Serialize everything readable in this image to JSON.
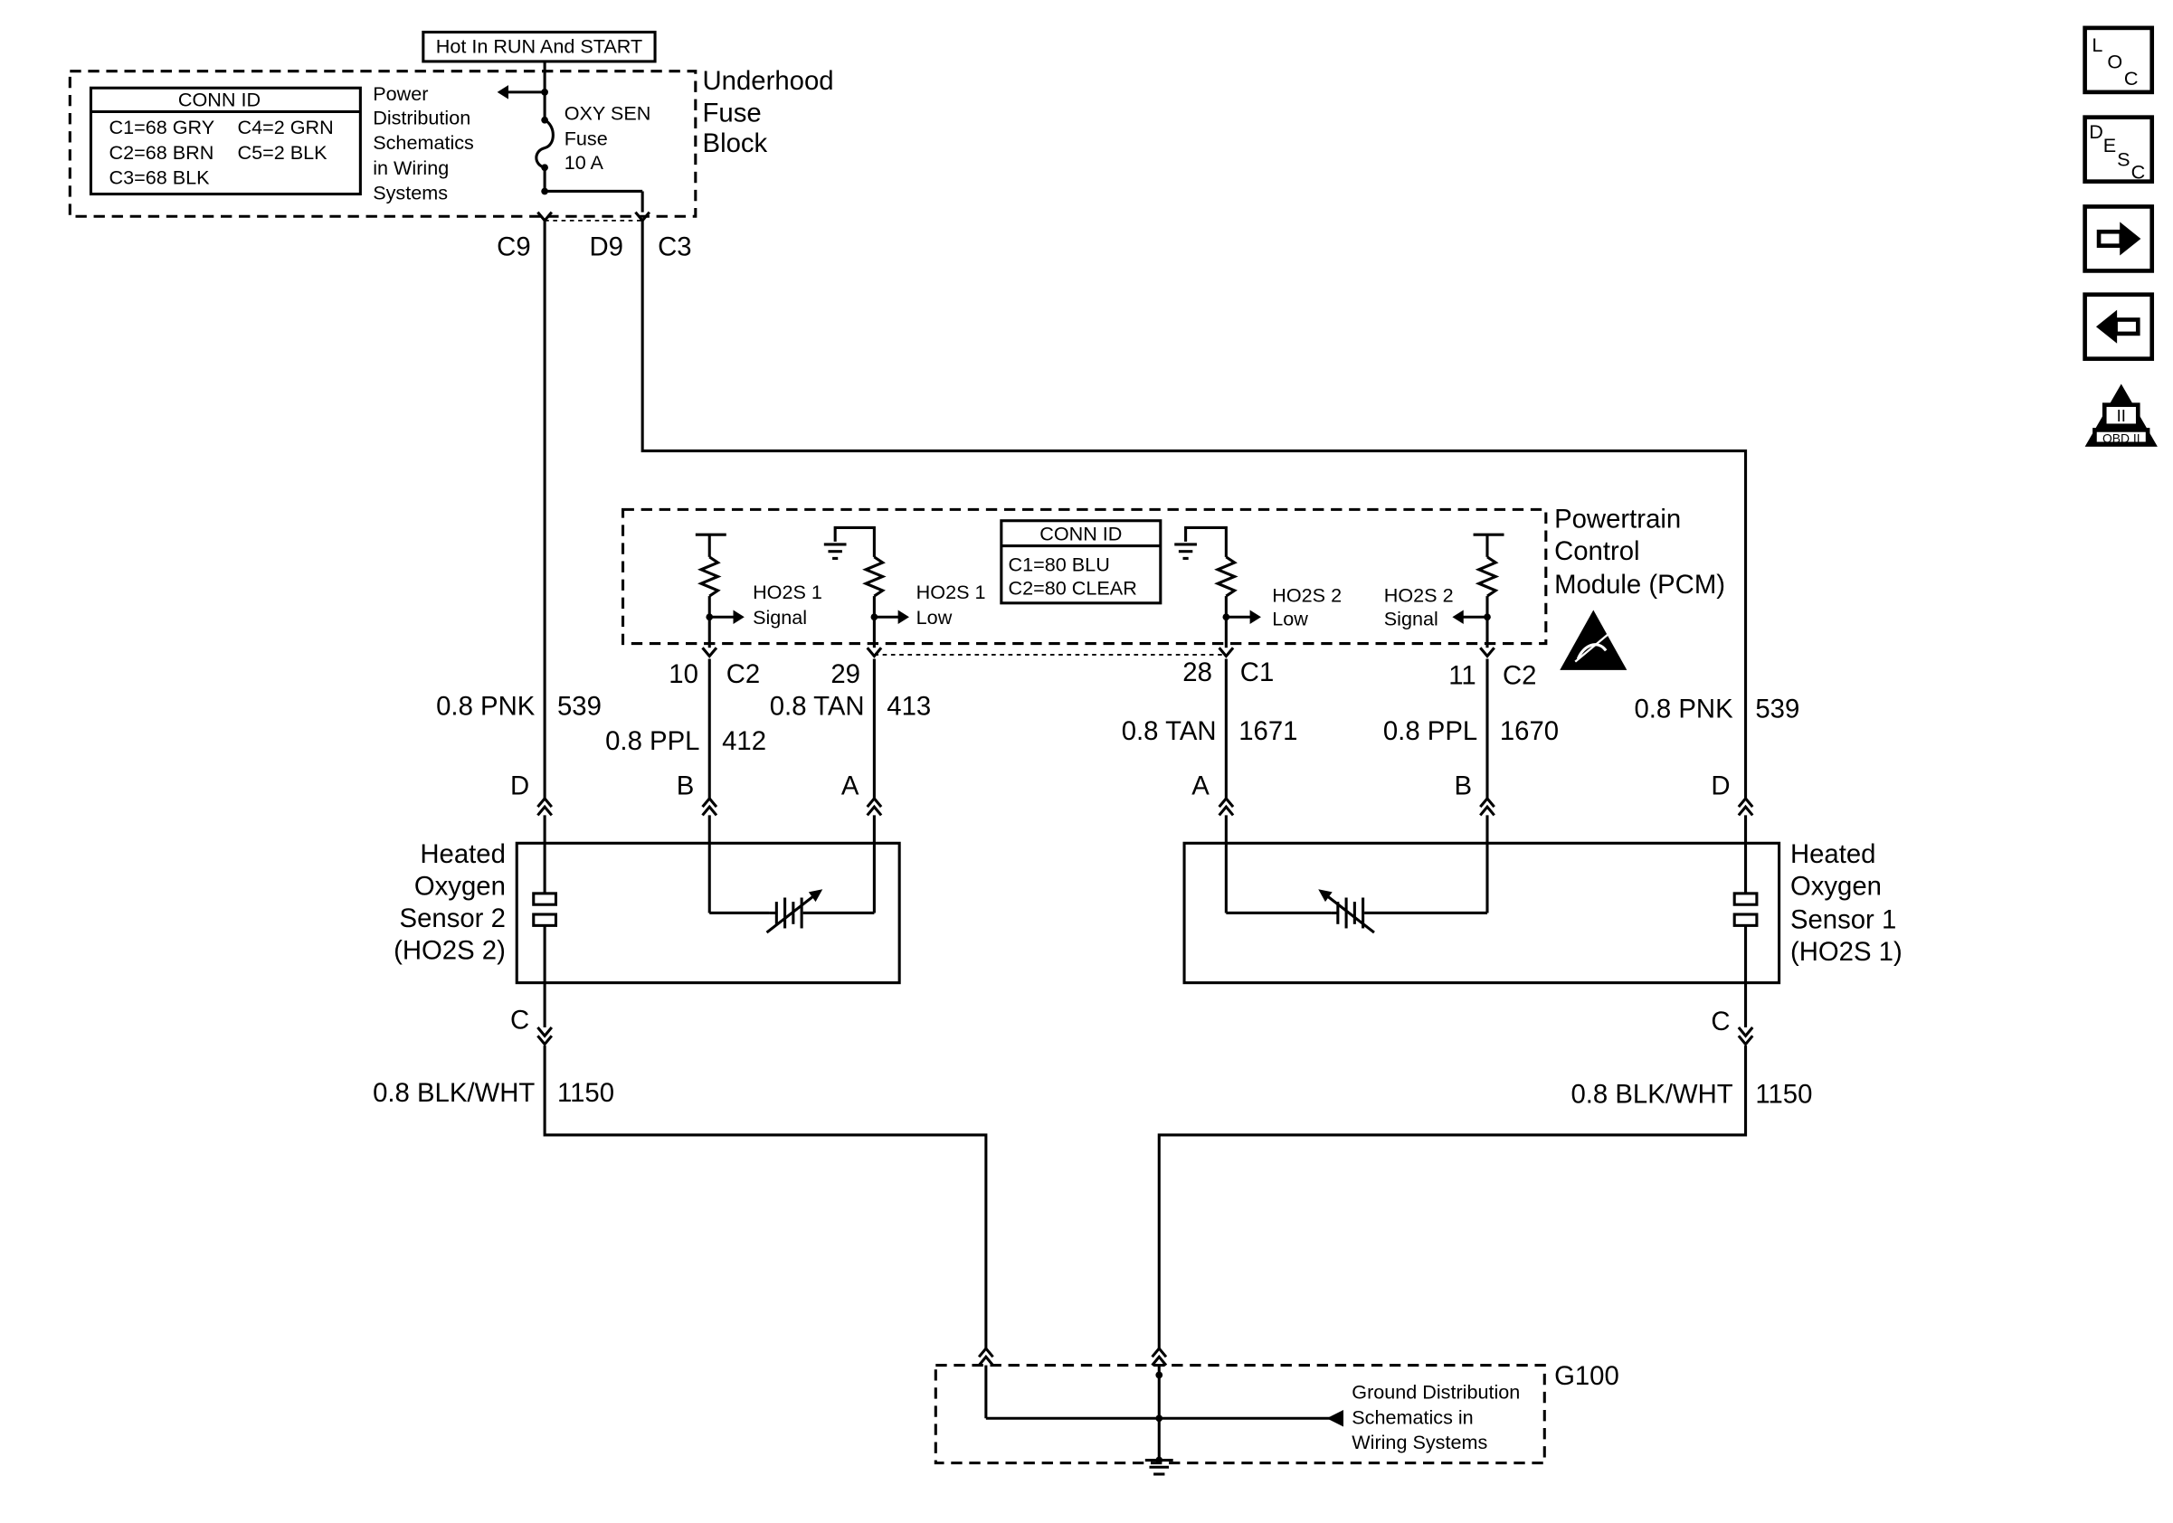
{
  "hot_label": "Hot In RUN And START",
  "fuse_block": {
    "name_lines": [
      "Underhood",
      "Fuse",
      "Block"
    ],
    "conn_id_title": "CONN ID",
    "conn_ids": [
      "C1=68 GRY",
      "C2=68 BRN",
      "C3=68 BLK",
      "C4=2 GRN",
      "C5=2 BLK"
    ],
    "power_dist_lines": [
      "Power",
      "Distribution",
      "Schematics",
      "in Wiring",
      "Systems"
    ],
    "fuse_lines": [
      "OXY SEN",
      "Fuse",
      "10 A"
    ],
    "terminals": [
      "C9",
      "D9",
      "C3"
    ]
  },
  "pcm": {
    "name_lines": [
      "Powertrain",
      "Control",
      "Module (PCM)"
    ],
    "conn_id_title": "CONN ID",
    "conn_ids": [
      "C1=80 BLU",
      "C2=80 CLEAR"
    ],
    "circuits": [
      {
        "lines": [
          "HO2S 1",
          "Signal"
        ],
        "pin": "10",
        "conn": "C2"
      },
      {
        "lines": [
          "HO2S 1",
          "Low"
        ],
        "pin": "29",
        "conn": ""
      },
      {
        "lines": [
          "HO2S 2",
          "Low"
        ],
        "pin": "28",
        "conn": "C1"
      },
      {
        "lines": [
          "HO2S 2",
          "Signal"
        ],
        "pin": "11",
        "conn": "C2"
      }
    ]
  },
  "wires": {
    "w539_left": {
      "color": "0.8 PNK",
      "circuit": "539"
    },
    "w412": {
      "color": "0.8 PPL",
      "circuit": "412"
    },
    "w413": {
      "color": "0.8 TAN",
      "circuit": "413"
    },
    "w1671": {
      "color": "0.8 TAN",
      "circuit": "1671"
    },
    "w1670": {
      "color": "0.8 PPL",
      "circuit": "1670"
    },
    "w539_right": {
      "color": "0.8 PNK",
      "circuit": "539"
    },
    "w1150_left": {
      "color": "0.8 BLK/WHT",
      "circuit": "1150"
    },
    "w1150_right": {
      "color": "0.8 BLK/WHT",
      "circuit": "1150"
    }
  },
  "sensor2": {
    "name_lines": [
      "Heated",
      "Oxygen",
      "Sensor 2",
      "(HO2S 2)"
    ],
    "pins": {
      "d": "D",
      "b": "B",
      "a": "A",
      "c": "C"
    }
  },
  "sensor1": {
    "name_lines": [
      "Heated",
      "Oxygen",
      "Sensor 1",
      "(HO2S 1)"
    ],
    "pins": {
      "a": "A",
      "b": "B",
      "d": "D",
      "c": "C"
    }
  },
  "ground": {
    "name": "G100",
    "dist_lines": [
      "Ground Distribution",
      "Schematics in",
      "Wiring Systems"
    ]
  },
  "nav": {
    "loc": {
      "l": "L",
      "o": "O",
      "c": "C"
    },
    "desc": {
      "d": "D",
      "e": "E",
      "s": "S",
      "c": "C"
    },
    "obd_numeral": "II",
    "obd_label": "OBD II",
    "forward_icon": "arrow-right-icon",
    "back_icon": "arrow-left-icon"
  }
}
